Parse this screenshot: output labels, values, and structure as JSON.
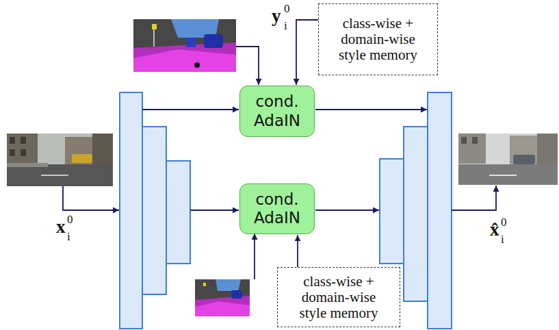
{
  "diagram": {
    "nodes": [
      {
        "text": [
          "class-wise + domain-wise style memory"
        ]
      },
      {
        "text": [
          "cond. AdaIN"
        ]
      },
      {
        "text": [
          "cond. AdaIN"
        ]
      },
      {
        "text": [
          "class-wise + domain-wise style memory"
        ]
      }
    ],
    "edges": [
      {
        "from": 0,
        "to": 1,
        "arrow": "to"
      },
      {
        "from": 3,
        "to": 2,
        "arrow": "to"
      }
    ],
    "labels": [
      "y",
      "0",
      "i",
      "x",
      "0",
      "i",
      "x̂",
      "0",
      "i"
    ]
  }
}
